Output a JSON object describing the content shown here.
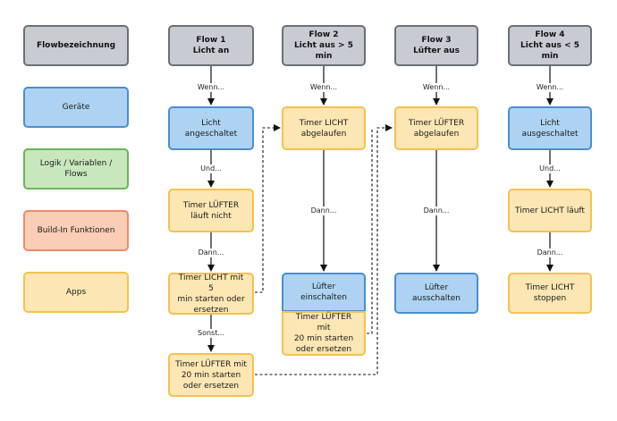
{
  "legend": {
    "header": "Flowbezeichnung",
    "devices": "Geräte",
    "logic": "Logik / Variablen /\nFlows",
    "builtin": "Build-In Funktionen",
    "apps": "Apps"
  },
  "flow1": {
    "title": "Flow 1\nLicht an",
    "when": "Wenn...",
    "trigger": "Licht\nangeschaltet",
    "and": "Und...",
    "condition": "Timer LÜFTER\nläuft nicht",
    "then": "Dann...",
    "action": "Timer LICHT mit 5\nmin starten oder\nersetzen",
    "else": "Sonst...",
    "else_action": "Timer LÜFTER mit\n20 min starten\noder ersetzen"
  },
  "flow2": {
    "title": "Flow 2\nLicht aus > 5 min",
    "when": "Wenn...",
    "trigger": "Timer LICHT\nabgelaufen",
    "then": "Dann...",
    "action1": "Lüfter\neinschalten",
    "action2": "Timer LÜFTER mit\n20 min starten\noder ersetzen"
  },
  "flow3": {
    "title": "Flow 3\nLüfter aus",
    "when": "Wenn...",
    "trigger": "Timer LÜFTER\nabgelaufen",
    "then": "Dann...",
    "action": "Lüfter\nausschalten"
  },
  "flow4": {
    "title": "Flow 4\nLicht aus < 5 min",
    "when": "Wenn...",
    "trigger": "Licht\nausgeschaltet",
    "and": "Und...",
    "condition": "Timer LICHT läuft",
    "then": "Dann...",
    "action": "Timer LICHT\nstoppen"
  },
  "colors": {
    "gray": "#c8cbd2",
    "blue": "#aed3f2",
    "green": "#c9e7bd",
    "orange": "#f9cdb6",
    "yellow": "#fce6b3"
  }
}
